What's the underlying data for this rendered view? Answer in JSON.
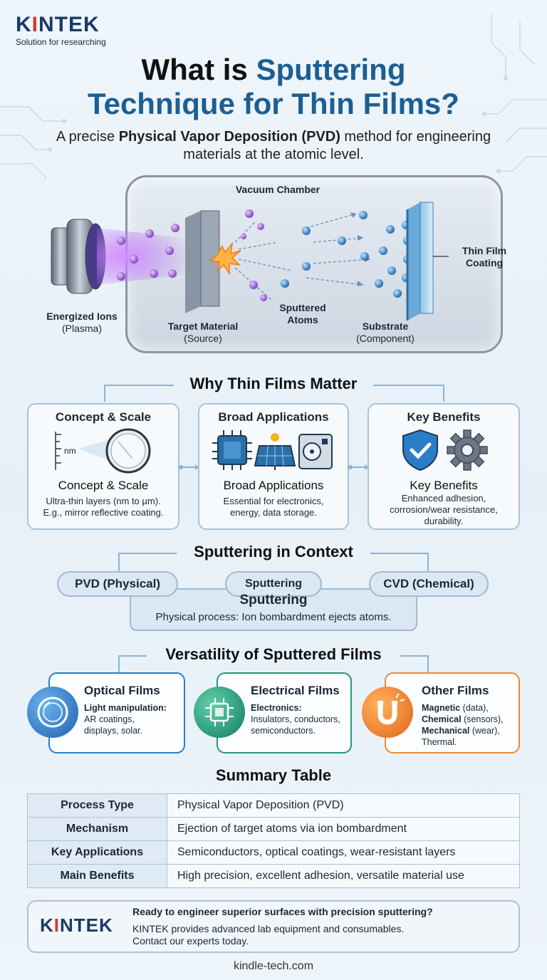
{
  "brand": {
    "logo_left": "K",
    "logo_i": "I",
    "logo_rest": "NTEK",
    "tagline": "Solution for researching"
  },
  "header": {
    "title_line1_plain": "What is ",
    "title_line1_blue": "Sputtering",
    "title_line2": "Technique for Thin Films?",
    "subtitle_pre": "A precise ",
    "subtitle_bold": "Physical Vapor Deposition (PVD)",
    "subtitle_post": " method for engineering materials at the atomic level."
  },
  "chamber": {
    "vacuum": "Vacuum Chamber",
    "ions_title": "Energized Ions",
    "ions_sub": "(Plasma)",
    "target_title": "Target Material",
    "target_sub": "(Source)",
    "atoms_line1": "Sputtered",
    "atoms_line2": "Atoms",
    "substrate_title": "Substrate",
    "substrate_sub": "(Component)",
    "film_line1": "Thin Film",
    "film_line2": "Coating",
    "nm_label": "nm"
  },
  "why": {
    "heading": "Why Thin Films Matter",
    "cards": [
      {
        "title": "Concept & Scale",
        "sub": "Concept & Scale",
        "desc1": "Ultra-thin layers (nm to µm).",
        "desc2": "E.g., mirror reflective coating.",
        "desc3": ""
      },
      {
        "title": "Broad Applications",
        "sub": "Broad Applications",
        "desc1": "Essential for electronics,",
        "desc2": "energy, data storage.",
        "desc3": ""
      },
      {
        "title": "Key Benefits",
        "sub": "Key Benefits",
        "desc1": "Enhanced adhesion,",
        "desc2": "corrosion/wear resistance,",
        "desc3": "durability."
      }
    ]
  },
  "context": {
    "heading": "Sputtering in Context",
    "left": "PVD (Physical)",
    "middle": "Sputtering",
    "right": "CVD (Chemical)",
    "box_title": "Sputtering",
    "box_text": "Physical process: Ion bombardment ejects atoms."
  },
  "versatility": {
    "heading": "Versatility of Sputtered Films",
    "optical": {
      "title": "Optical Films",
      "lead": "Light manipulation:",
      "l1": "AR coatings,",
      "l2": "displays, solar."
    },
    "electrical": {
      "title": "Electrical Films",
      "lead": "Electronics:",
      "l1": "Insulators, conductors,",
      "l2": "semiconductors."
    },
    "other": {
      "title": "Other Films",
      "b1": "Magnetic",
      "t1": " (data),",
      "b2": "Chemical",
      "t2": " (sensors),",
      "b3": "Mechanical",
      "t3": " (wear),",
      "t4": "Thermal."
    }
  },
  "summary": {
    "heading": "Summary Table",
    "rows": [
      {
        "key": "Process Type",
        "value": "Physical Vapor Deposition (PVD)"
      },
      {
        "key": "Mechanism",
        "value": "Ejection of target atoms via ion bombardment"
      },
      {
        "key": "Key Applications",
        "value": "Semiconductors, optical coatings, wear-resistant layers"
      },
      {
        "key": "Main Benefits",
        "value": "High precision, excellent adhesion, versatile material use"
      }
    ]
  },
  "cta": {
    "heading": "Ready to engineer superior surfaces with precision sputtering?",
    "line1": "KINTEK provides advanced lab equipment and consumables.",
    "line2": "Contact our experts today."
  },
  "footer": {
    "url": "kindle-tech.com"
  },
  "colors": {
    "brand_blue": "#1c5e93",
    "brand_red": "#d23a2c",
    "optical": "#2a7ec8",
    "electrical": "#1f9a7a",
    "other": "#ee8a2a"
  }
}
